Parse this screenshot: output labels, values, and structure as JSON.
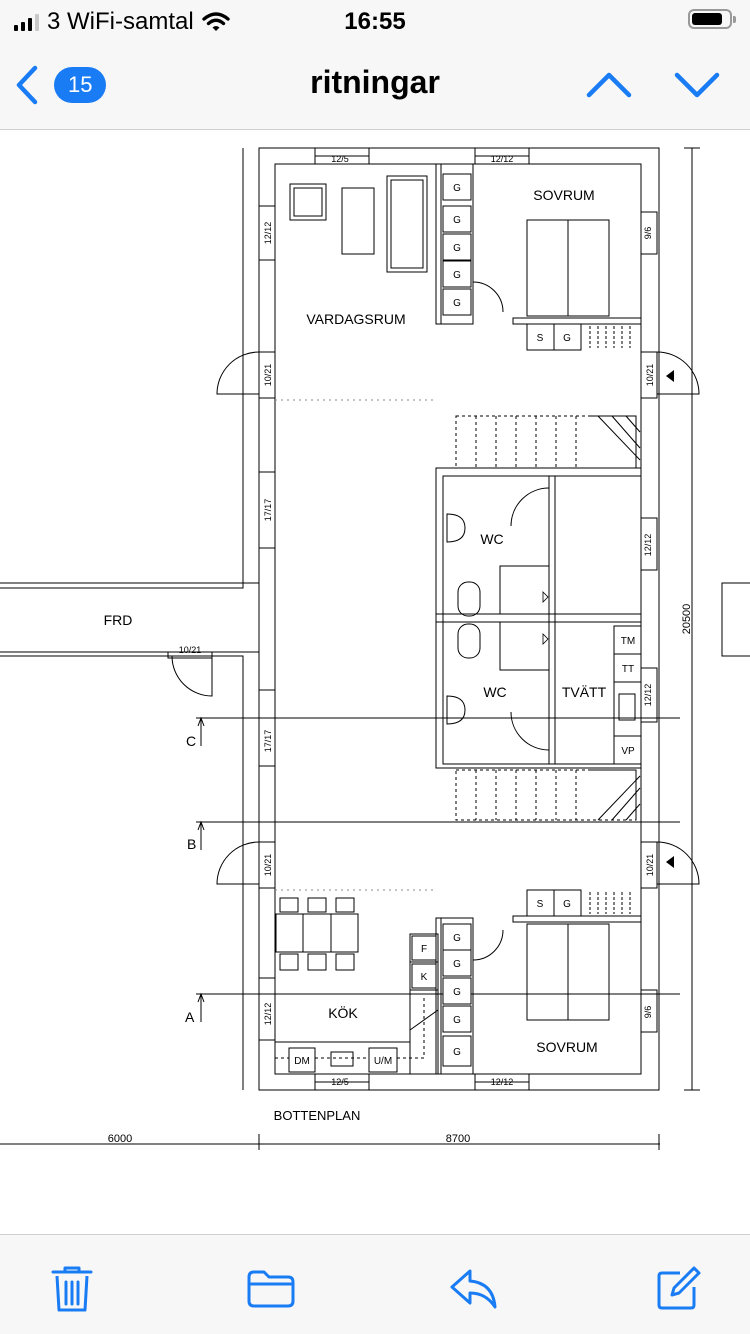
{
  "status": {
    "carrier": "3 WiFi-samtal",
    "time": "16:55"
  },
  "nav": {
    "back_count": "15",
    "title": "ritningar"
  },
  "icons": {
    "back": "chevron-left-icon",
    "prev": "chevron-up-icon",
    "next": "chevron-down-icon",
    "trash": "trash-icon",
    "folder": "folder-icon",
    "reply": "reply-icon",
    "compose": "compose-icon"
  },
  "colors": {
    "accent": "#1a7cf5",
    "bar": "#f7f7f7"
  },
  "plan": {
    "title": "BOTTENPLAN",
    "rooms": {
      "vardagsrum": "VARDAGSRUM",
      "sovrum_top": "SOVRUM",
      "sovrum_bottom": "SOVRUM",
      "wc_1": "WC",
      "wc_2": "WC",
      "tvatt": "TVÄTT",
      "kok": "KÖK",
      "frd": "FRD"
    },
    "window_labels": {
      "top_left": "12/5",
      "top_right": "12/12",
      "left_1": "12/12",
      "left_door_1": "10/21",
      "left_2": "17/17",
      "left_3": "17/17",
      "left_door_2": "10/21",
      "left_4": "12/12",
      "right_1": "9/6",
      "right_door_1": "10/21",
      "right_2": "12/12",
      "right_3": "12/12",
      "right_door_2": "10/21",
      "right_4": "9/6",
      "bottom_left": "12/5",
      "bottom_right": "12/12",
      "frd_door": "10/21"
    },
    "fixtures": {
      "g": "G",
      "s": "S",
      "tm": "TM",
      "tt": "TT",
      "vp": "VP",
      "f": "F",
      "k": "K",
      "dm": "DM",
      "um": "U/M"
    },
    "section_markers": {
      "a": "A",
      "b": "B",
      "c": "C"
    },
    "dimensions": {
      "width_left": "6000",
      "width_main": "8700",
      "height": "20500"
    }
  }
}
